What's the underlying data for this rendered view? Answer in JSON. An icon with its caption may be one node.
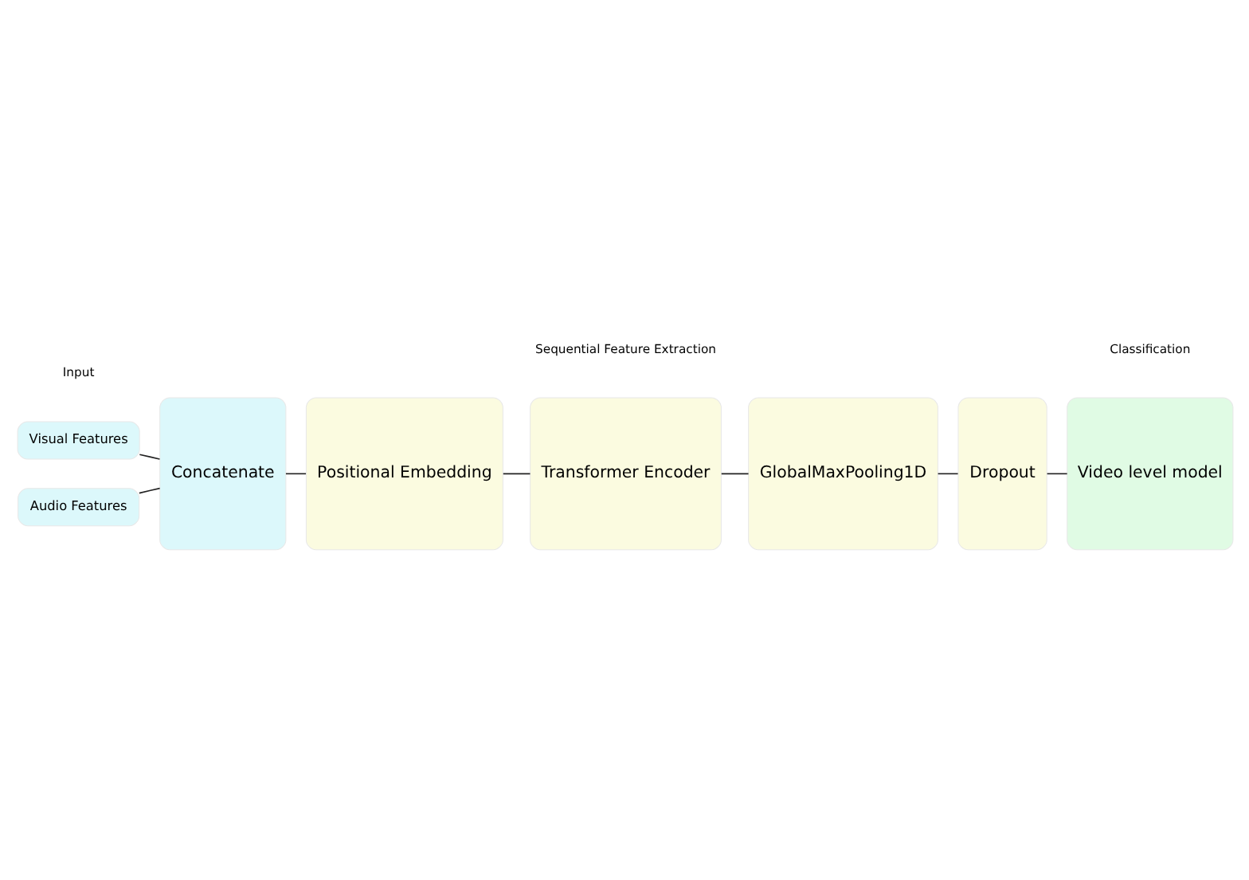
{
  "diagram": {
    "nodes": [
      {
        "text": [
          "Visual Features"
        ]
      },
      {
        "text": [
          "Audio Features"
        ]
      },
      {
        "text": [
          "Concatenate"
        ]
      },
      {
        "text": [
          "Positional Embedding"
        ]
      },
      {
        "text": [
          "Transformer Encoder"
        ]
      },
      {
        "text": [
          "GlobalMaxPooling1D"
        ]
      },
      {
        "text": [
          "Dropout"
        ]
      },
      {
        "text": [
          "Video level model"
        ]
      }
    ],
    "edges": [
      {
        "from": 0,
        "to": 2,
        "arrow": "none"
      },
      {
        "from": 1,
        "to": 2,
        "arrow": "none"
      },
      {
        "from": 2,
        "to": 3,
        "arrow": "none"
      },
      {
        "from": 3,
        "to": 4,
        "arrow": "none"
      },
      {
        "from": 4,
        "to": 5,
        "arrow": "none"
      },
      {
        "from": 5,
        "to": 6,
        "arrow": "none"
      },
      {
        "from": 6,
        "to": 7,
        "arrow": "none"
      }
    ],
    "labels": [
      "Input",
      "Sequential Feature Extraction",
      "Classification"
    ]
  }
}
